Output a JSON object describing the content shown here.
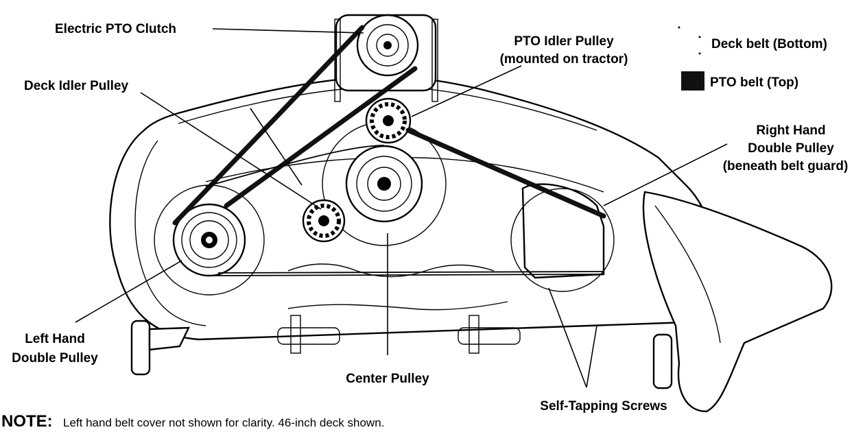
{
  "labels": {
    "electric_pto_clutch": "Electric PTO Clutch",
    "pto_idler_pulley_line1": "PTO Idler Pulley",
    "pto_idler_pulley_line2": "(mounted on tractor)",
    "deck_idler_pulley": "Deck Idler Pulley",
    "right_hand_line1": "Right Hand",
    "right_hand_line2": "Double Pulley",
    "right_hand_line3": "(beneath belt guard)",
    "left_hand_line1": "Left Hand",
    "left_hand_line2": "Double Pulley",
    "center_pulley": "Center Pulley",
    "self_tapping_screws": "Self-Tapping Screws"
  },
  "legend": {
    "deck_belt": "Deck belt (Bottom)",
    "pto_belt": "PTO belt (Top)"
  },
  "note": {
    "heading": "NOTE:",
    "text": "Left hand belt cover not shown for clarity. 46-inch deck shown."
  },
  "colors": {
    "ink": "#000000",
    "paper": "#ffffff"
  }
}
